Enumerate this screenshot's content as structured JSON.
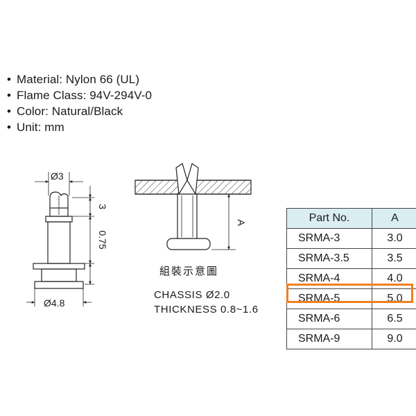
{
  "specs": [
    {
      "bullet": "•",
      "text": "Material: Nylon 66 (UL)"
    },
    {
      "bullet": "•",
      "text": "Flame Class: 94V-294V-0"
    },
    {
      "bullet": "•",
      "text": "Color: Natural/Black"
    },
    {
      "bullet": "•",
      "text": "Unit: mm"
    }
  ],
  "side_view": {
    "top_diameter": "Ø3",
    "dim_top": "3",
    "dim_mid": "0.75",
    "base_diameter": "Ø4.8"
  },
  "assembly": {
    "dim_label": "A",
    "caption_cn": "組裝示意圖",
    "chassis_line1": "CHASSIS Ø2.0",
    "chassis_line2": "THICKNESS 0.8~1.6"
  },
  "table": {
    "headers": {
      "part": "Part No.",
      "a": "A"
    },
    "rows": [
      {
        "part": "SRMA-3",
        "a": "3.0"
      },
      {
        "part": "SRMA-3.5",
        "a": "3.5"
      },
      {
        "part": "SRMA-4",
        "a": "4.0"
      },
      {
        "part": "SRMA-5",
        "a": "5.0"
      },
      {
        "part": "SRMA-6",
        "a": "6.5"
      },
      {
        "part": "SRMA-9",
        "a": "9.0"
      }
    ],
    "highlight_row": 3,
    "highlight_color": "#f07f21",
    "header_bg": "#daeef2"
  }
}
